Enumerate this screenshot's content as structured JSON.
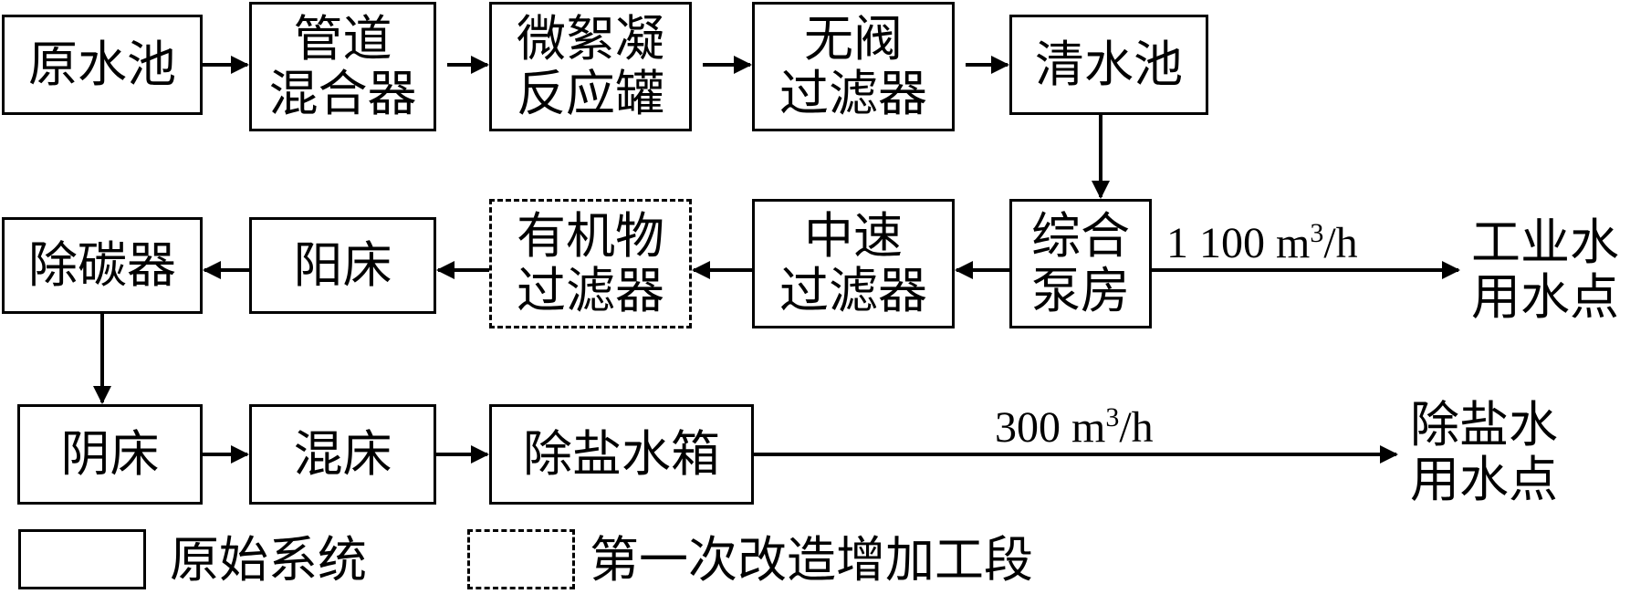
{
  "nodes": {
    "raw_pool": "原水池",
    "pipe_mixer": "管道\n混合器",
    "floc_tank": "微絮凝\n反应罐",
    "valveless_filter": "无阀\n过滤器",
    "clear_pool": "清水池",
    "pump_house": "综合\n泵房",
    "medium_filter": "中速\n过滤器",
    "organic_filter": "有机物\n过滤器",
    "cation_bed": "阳床",
    "decarbonizer": "除碳器",
    "anion_bed": "阴床",
    "mixed_bed": "混床",
    "desalt_tank": "除盐水箱"
  },
  "endpoints": {
    "industrial": "工业水\n用水点",
    "desalted": "除盐水\n用水点"
  },
  "flows": {
    "industrial_rate_value": "1 100 m",
    "industrial_rate_exp": "3",
    "industrial_rate_unit": "/h",
    "desalted_rate_value": "300 m",
    "desalted_rate_exp": "3",
    "desalted_rate_unit": "/h"
  },
  "legend": {
    "original": "原始系统",
    "retrofit": "第一次改造增加工段"
  }
}
